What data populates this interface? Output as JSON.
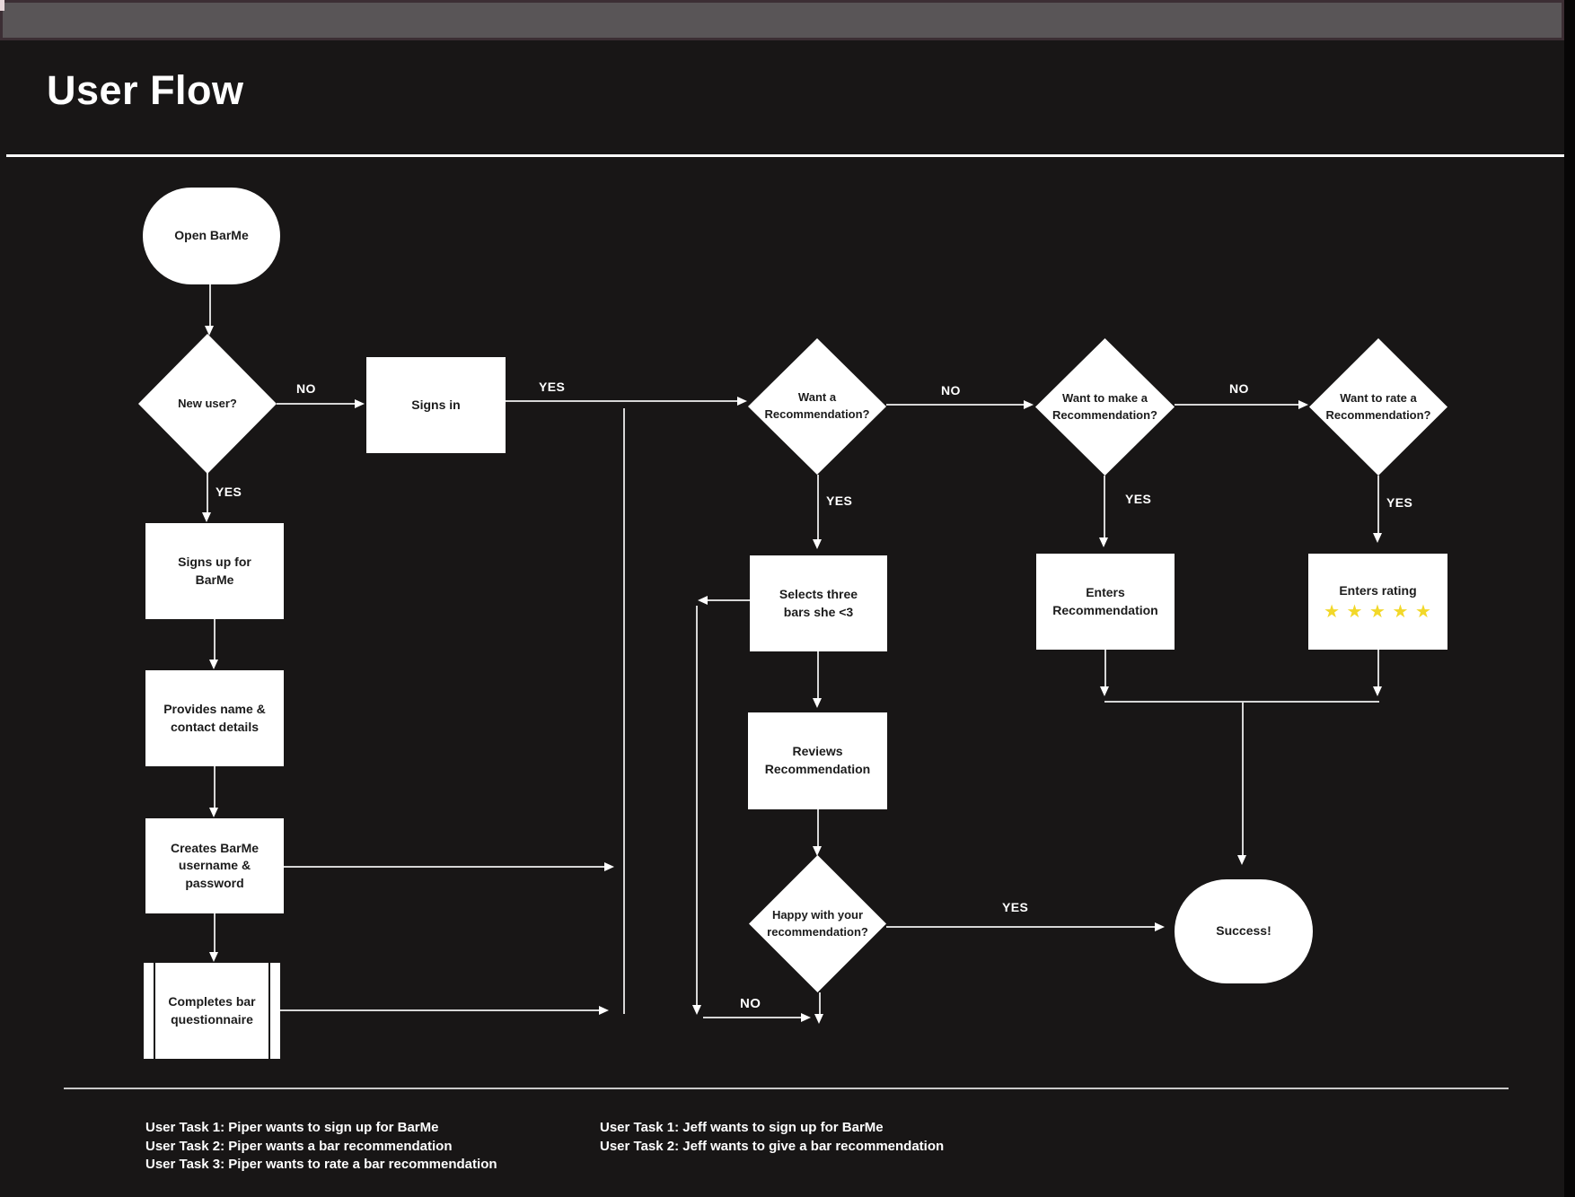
{
  "header": {
    "title": "User Flow"
  },
  "flow": {
    "nodes": {
      "open": "Open BarMe",
      "new_user": "New user?",
      "signs_in": "Signs in",
      "want_rec": "Want a\nRecommendation?",
      "want_make": "Want to make a\nRecommendation?",
      "want_rate": "Want to rate a\nRecommendation?",
      "signs_up": "Signs up for\nBarMe",
      "provides": "Provides name &\ncontact details",
      "creates": "Creates BarMe\nusername &\npassword",
      "completes": "Completes bar\nquestionnaire",
      "selects": "Selects three\nbars she <3",
      "reviews": "Reviews\nRecommendation",
      "happy": "Happy with your\nrecommendation?",
      "enters_rec": "Enters\nRecommendation",
      "enters_rating": "Enters rating",
      "success": "Success!"
    },
    "labels": {
      "no_new_user": "NO",
      "yes_new_user": "YES",
      "yes_signs_in": "YES",
      "yes_want_rec": "YES",
      "no_want_rec": "NO",
      "yes_want_make": "YES",
      "no_want_make": "NO",
      "yes_want_rate": "YES",
      "yes_happy": "YES",
      "no_happy": "NO"
    },
    "rating": {
      "stars": "★ ★ ★ ★ ★",
      "count": 5,
      "star_color": "#f2d829"
    }
  },
  "footer": {
    "left_tasks": [
      "User Task 1: Piper wants to sign up for BarMe",
      "User Task 2: Piper wants a bar recommendation",
      "User Task 3: Piper wants to rate a bar recommendation"
    ],
    "right_tasks": [
      "User Task 1: Jeff wants to sign up for BarMe",
      "User Task 2: Jeff wants to give a bar recommendation"
    ]
  },
  "colors": {
    "background": "#181616",
    "top_bar": "#595557",
    "node_fill": "#ffffff",
    "node_text": "#1c1c1c",
    "connector": "#d6d6d6",
    "edge_label_text": "#ffffff",
    "star": "#f2d829"
  }
}
